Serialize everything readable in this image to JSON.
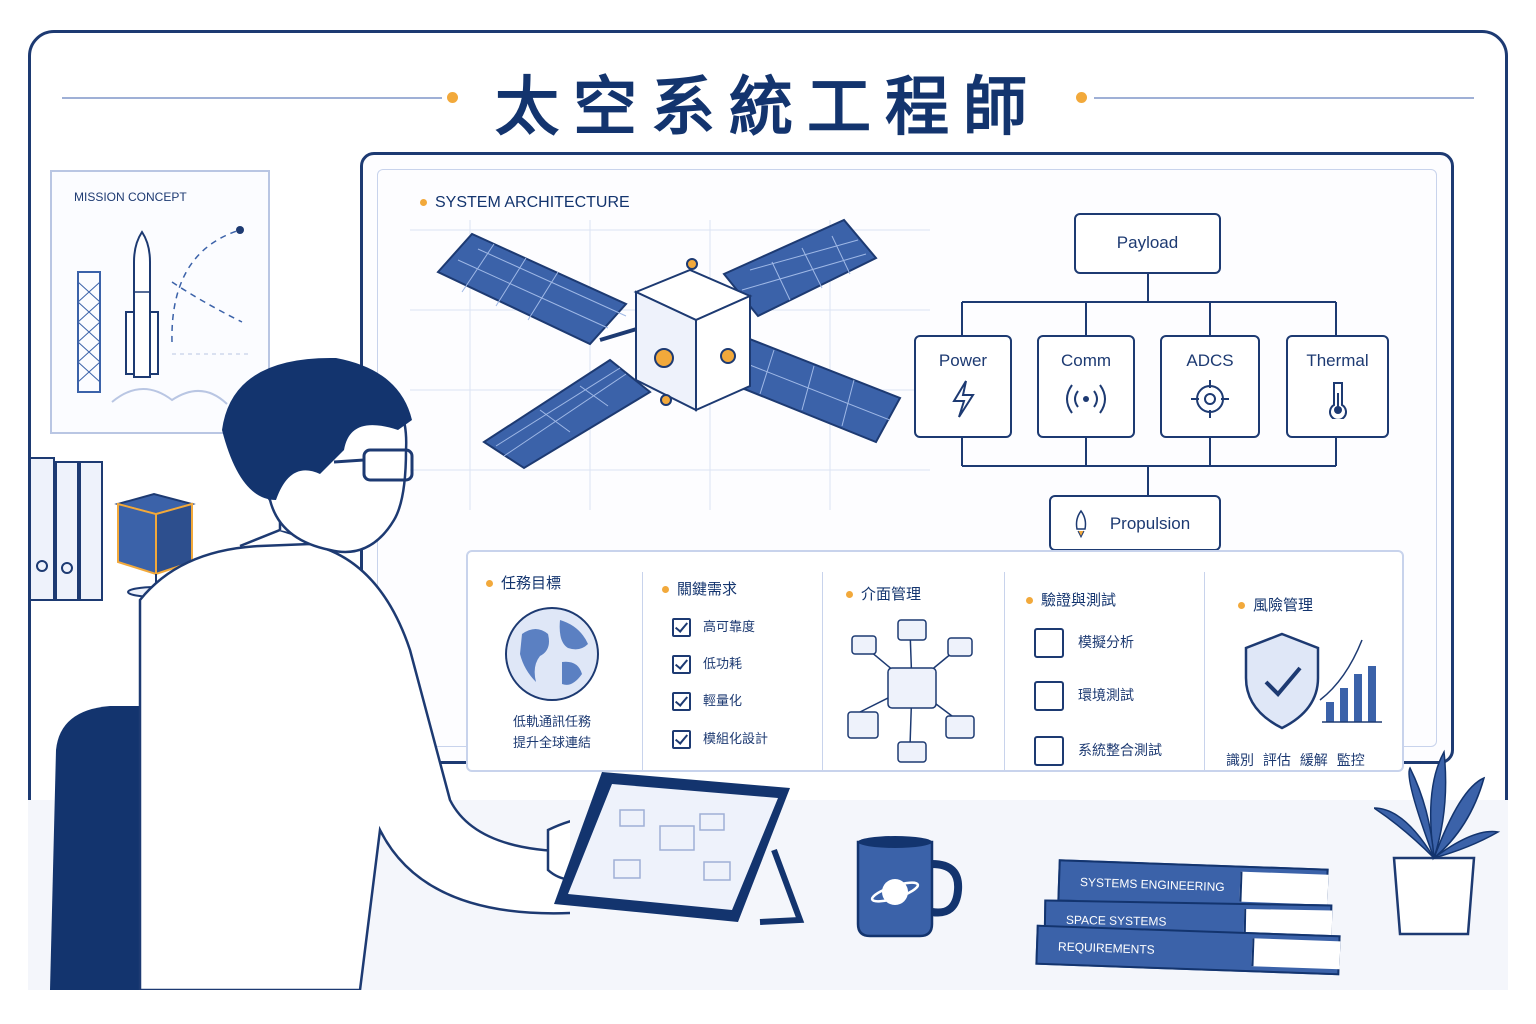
{
  "title": "太空系統工程師",
  "poster": {
    "label": "MISSION CONCEPT"
  },
  "architecture": {
    "label": "SYSTEM ARCHITECTURE",
    "payload": "Payload",
    "subsystems": [
      "Power",
      "Comm",
      "ADCS",
      "Thermal"
    ],
    "propulsion": "Propulsion"
  },
  "panel": {
    "mission": {
      "heading": "任務目標",
      "line1": "低軌通訊任務",
      "line2": "提升全球連結"
    },
    "requirements": {
      "heading": "關鍵需求",
      "items": [
        "高可靠度",
        "低功耗",
        "輕量化",
        "模組化設計"
      ]
    },
    "interfaces": {
      "heading": "介面管理"
    },
    "verification": {
      "heading": "驗證與測試",
      "items": [
        "模擬分析",
        "環境測試",
        "系統整合測試"
      ]
    },
    "risk": {
      "heading": "風險管理",
      "steps": [
        "識別",
        "評估",
        "緩解",
        "監控"
      ]
    }
  },
  "books": [
    "SYSTEMS ENGINEERING",
    "SPACE SYSTEMS",
    "REQUIREMENTS"
  ],
  "colors": {
    "navy": "#1d3a72",
    "accent": "#f2a93b",
    "panel_blue": "#3b62a9"
  }
}
